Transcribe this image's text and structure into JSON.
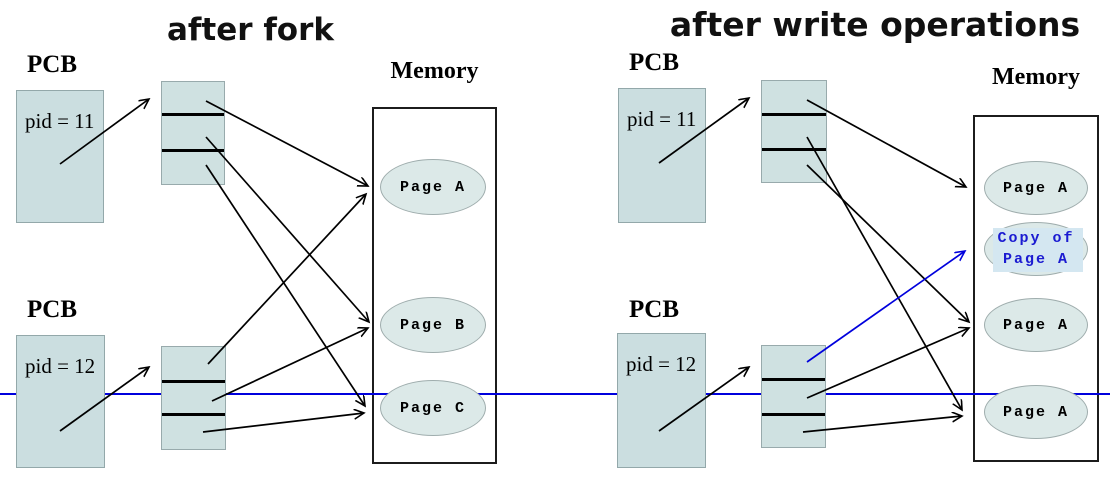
{
  "left_panel": {
    "title": "after fork",
    "pcb_top": {
      "label": "PCB",
      "pid": "pid = 11"
    },
    "pcb_bottom": {
      "label": "PCB",
      "pid": "pid = 12"
    },
    "memory_label": "Memory",
    "pages": [
      {
        "line1": "Page A"
      },
      {
        "line1": "Page B"
      },
      {
        "line1": "Page C"
      }
    ]
  },
  "right_panel": {
    "title": "after write operations",
    "pcb_top": {
      "label": "PCB",
      "pid": "pid = 11"
    },
    "pcb_bottom": {
      "label": "PCB",
      "pid": "pid = 12"
    },
    "memory_label": "Memory",
    "pages": [
      {
        "line1": "Page A"
      },
      {
        "line1": "Copy of",
        "line2": "Page A"
      },
      {
        "line1": "Page A"
      },
      {
        "line1": "Page A"
      }
    ]
  },
  "colors": {
    "box_fill": "#cbdee0",
    "ellipse_fill": "#dce9e8",
    "arrow_black": "#000000",
    "highlight_blue": "#0000dd",
    "copy_text_blue": "#1b1bd1"
  }
}
